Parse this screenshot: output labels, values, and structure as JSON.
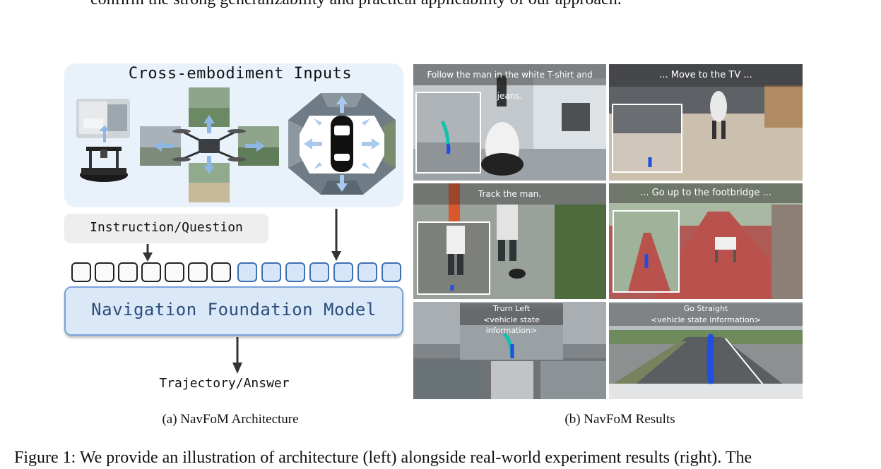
{
  "top_text": "confirm the strong generalizability and practical applicability of our approach.",
  "architecture": {
    "inputs_title": "Cross-embodiment Inputs",
    "instruction_label": "Instruction/Question",
    "model_label": "Navigation Foundation Model",
    "output_label": "Trajectory/Answer",
    "text_token_count": 7,
    "vision_token_count": 7
  },
  "results": {
    "tiles": [
      {
        "label": "Follow the man in the white T-shirt and jeans."
      },
      {
        "label": "... Move to the TV ..."
      },
      {
        "label": "Track the man."
      },
      {
        "label": "... Go up to the footbridge ..."
      },
      {
        "label": "Trurn Left",
        "sublabel": "<vehicle state information>"
      },
      {
        "label": "Go Straight",
        "sublabel": "<vehicle state information>"
      }
    ]
  },
  "captions": {
    "a": "(a) NavFoM Architecture",
    "b": "(b) NavFoM Results",
    "figure": "Figure 1: We provide an illustration of architecture (left) alongside real-world experiment results (right). The"
  },
  "colors": {
    "panel_bg": "#e9f1fb",
    "model_box": "#dbe8f8",
    "model_text": "#2a4e7a",
    "vision_token": "#d6e6f8",
    "arrow": "#333333",
    "trajectory": "#1f4fe0"
  }
}
